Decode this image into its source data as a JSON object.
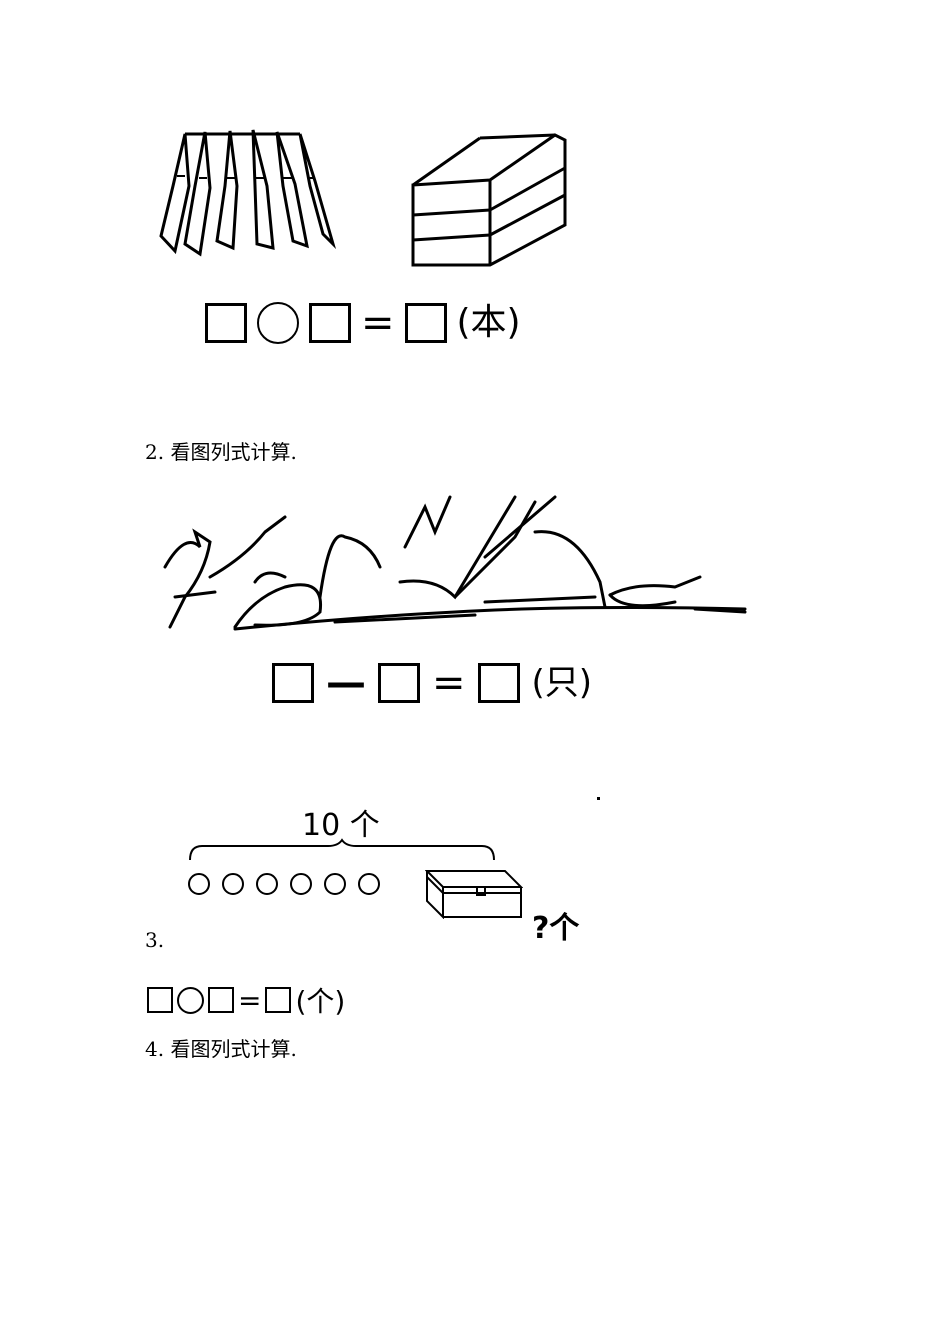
{
  "problem1": {
    "equals": "=",
    "unit": "(本)"
  },
  "problem2": {
    "label": "2. 看图列式计算.",
    "minus": "—",
    "equals": "=",
    "unit": "(只)"
  },
  "problem3": {
    "total_label": "10 个",
    "unknown_label": "?个",
    "label": "3.",
    "equals": "=",
    "unit": "(个)"
  },
  "problem4": {
    "label": "4. 看图列式计算."
  }
}
